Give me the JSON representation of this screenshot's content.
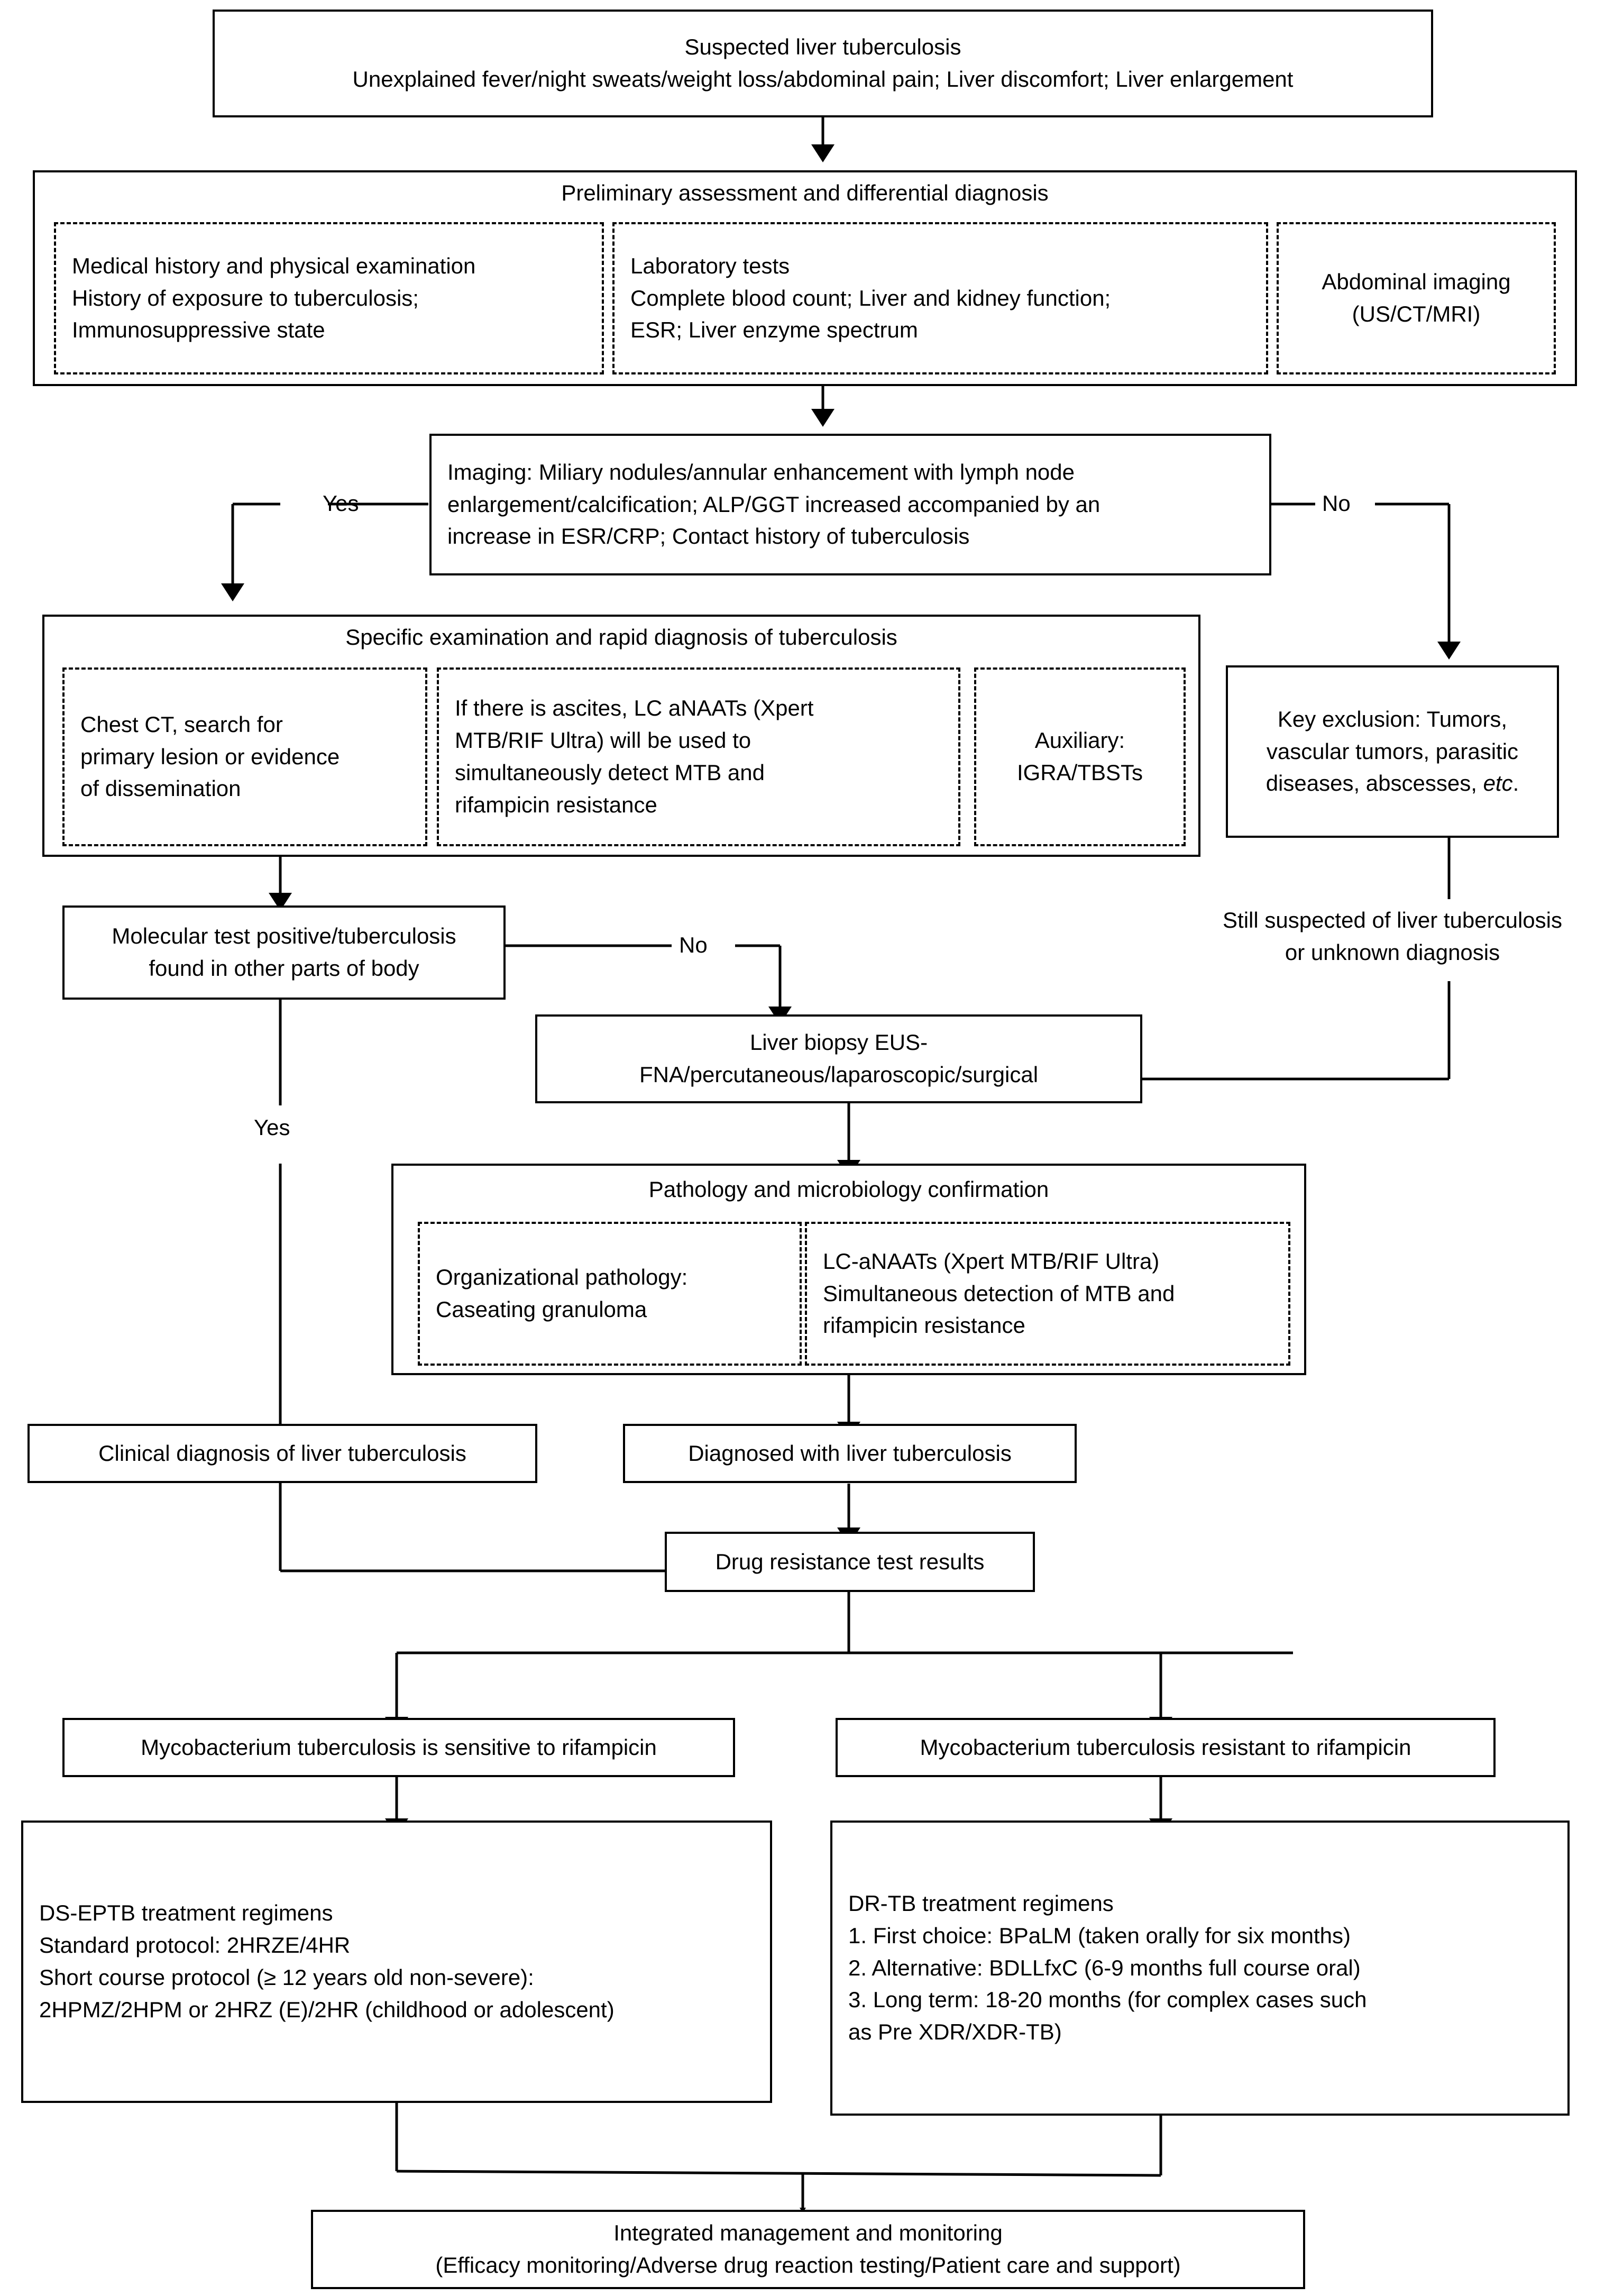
{
  "figure": {
    "type": "clinical-diagnostic-flowchart",
    "title": "Suspected liver tuberculosis diagnostic and treatment pathway"
  },
  "nodes": {
    "suspected": {
      "line1": "Suspected liver tuberculosis",
      "line2": "Unexplained fever/night sweats/weight loss/abdominal pain; Liver discomfort; Liver enlargement"
    },
    "preliminary": {
      "title": "Preliminary assessment and differential diagnosis",
      "sub1": "Medical history and physical examination\nHistory of exposure to tuberculosis;\nImmunosuppressive state",
      "sub2": "Laboratory tests\nComplete blood count; Liver and kidney function;\nESR; Liver enzyme spectrum",
      "sub3": "Abdominal imaging\n(US/CT/MRI)"
    },
    "imaging_decision": {
      "text": "Imaging: Miliary nodules/annular enhancement with lymph node\nenlargement/calcification; ALP/GGT increased accompanied by an\nincrease in ESR/CRP; Contact history of tuberculosis"
    },
    "specific_exam": {
      "title": "Specific examination and rapid diagnosis of tuberculosis",
      "sub1": "Chest CT, search for\nprimary lesion or evidence\nof dissemination",
      "sub2": "If there is ascites, LC aNAATs (Xpert\nMTB/RIF Ultra) will be used to\nsimultaneously detect MTB and\nrifampicin resistance",
      "sub3": "Auxiliary:\nIGRA/TBSTs"
    },
    "key_exclusion": {
      "text_a": "Key exclusion: Tumors,\nvascular tumors, parasitic\ndiseases, abscesses, ",
      "text_italic": "etc",
      "text_b": "."
    },
    "molecular_test": {
      "text": "Molecular test positive/tuberculosis\nfound in other parts of body"
    },
    "still_suspected": {
      "text": "Still suspected of liver tuberculosis\nor unknown diagnosis"
    },
    "liver_biopsy": {
      "text": "Liver biopsy EUS-\nFNA/percutaneous/laparoscopic/surgical"
    },
    "pathology": {
      "title": "Pathology and microbiology confirmation",
      "sub1": "Organizational pathology:\nCaseating granuloma",
      "sub2": "LC-aNAATs (Xpert MTB/RIF Ultra)\nSimultaneous detection of MTB and\nrifampicin resistance"
    },
    "clinical_diagnosis": {
      "text": "Clinical diagnosis of liver tuberculosis"
    },
    "diagnosed": {
      "text": "Diagnosed with liver tuberculosis"
    },
    "drug_resistance": {
      "text": "Drug resistance test results"
    },
    "sensitive": {
      "text": "Mycobacterium tuberculosis is sensitive to rifampicin"
    },
    "resistant": {
      "text": "Mycobacterium tuberculosis resistant to rifampicin"
    },
    "ds_eptb": {
      "text": "DS-EPTB treatment regimens\nStandard protocol: 2HRZE/4HR\nShort course protocol (≥ 12 years old non-severe):\n2HPMZ/2HPM or 2HRZ (E)/2HR (childhood or adolescent)"
    },
    "dr_tb": {
      "text": "DR-TB treatment regimens\n1. First choice: BPaLM (taken orally for six months)\n2. Alternative: BDLLfxC (6-9 months full course oral)\n3. Long term: 18-20 months (for complex cases such\nas Pre XDR/XDR-TB)"
    },
    "integrated": {
      "line1": "Integrated management and monitoring",
      "line2": "(Efficacy monitoring/Adverse drug reaction testing/Patient care and support)"
    }
  },
  "edge_labels": {
    "imaging_yes": "Yes",
    "imaging_no": "No",
    "molecular_no": "No",
    "molecular_yes": "Yes"
  },
  "colors": {
    "stroke": "#000000",
    "fill": "#ffffff",
    "text": "#000000"
  }
}
